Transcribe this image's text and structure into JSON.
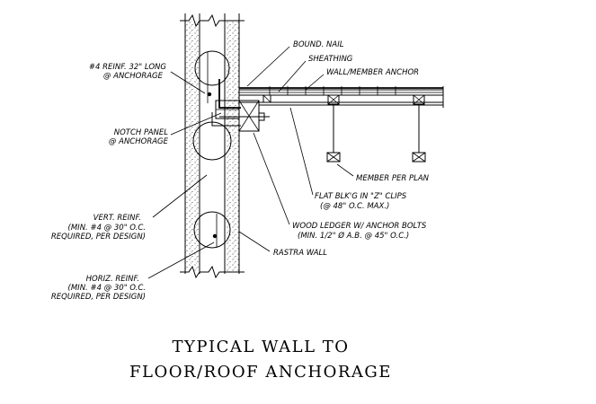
{
  "title": {
    "line1": "TYPICAL WALL TO",
    "line2": "FLOOR/ROOF ANCHORAGE"
  },
  "callouts": {
    "reinf_32": [
      "#4 REINF. 32\" LONG",
      "@ ANCHORAGE"
    ],
    "notch_panel": [
      "NOTCH PANEL",
      "@ ANCHORAGE"
    ],
    "vert_reinf": [
      "VERT. REINF.",
      "(MIN. #4 @ 30\" O.C.",
      "REQUIRED, PER DESIGN)"
    ],
    "horiz_reinf": [
      "HORIZ. REINF.",
      "(MIN. #4 @ 30\" O.C.",
      "REQUIRED, PER DESIGN)"
    ],
    "bound_nail": "BOUND. NAIL",
    "sheathing": "SHEATHING",
    "wall_member_anchor": "WALL/MEMBER ANCHOR",
    "member_per_plan": "MEMBER PER PLAN",
    "flat_blkg": [
      "FLAT BLK'G IN \"Z\" CLIPS",
      "(@ 48\" O.C. MAX.)"
    ],
    "wood_ledger": [
      "WOOD LEDGER W/ ANCHOR BOLTS",
      "(MIN. 1/2\" Ø A.B. @ 45\" O.C.)"
    ],
    "rastra_wall": "RASTRA WALL"
  }
}
